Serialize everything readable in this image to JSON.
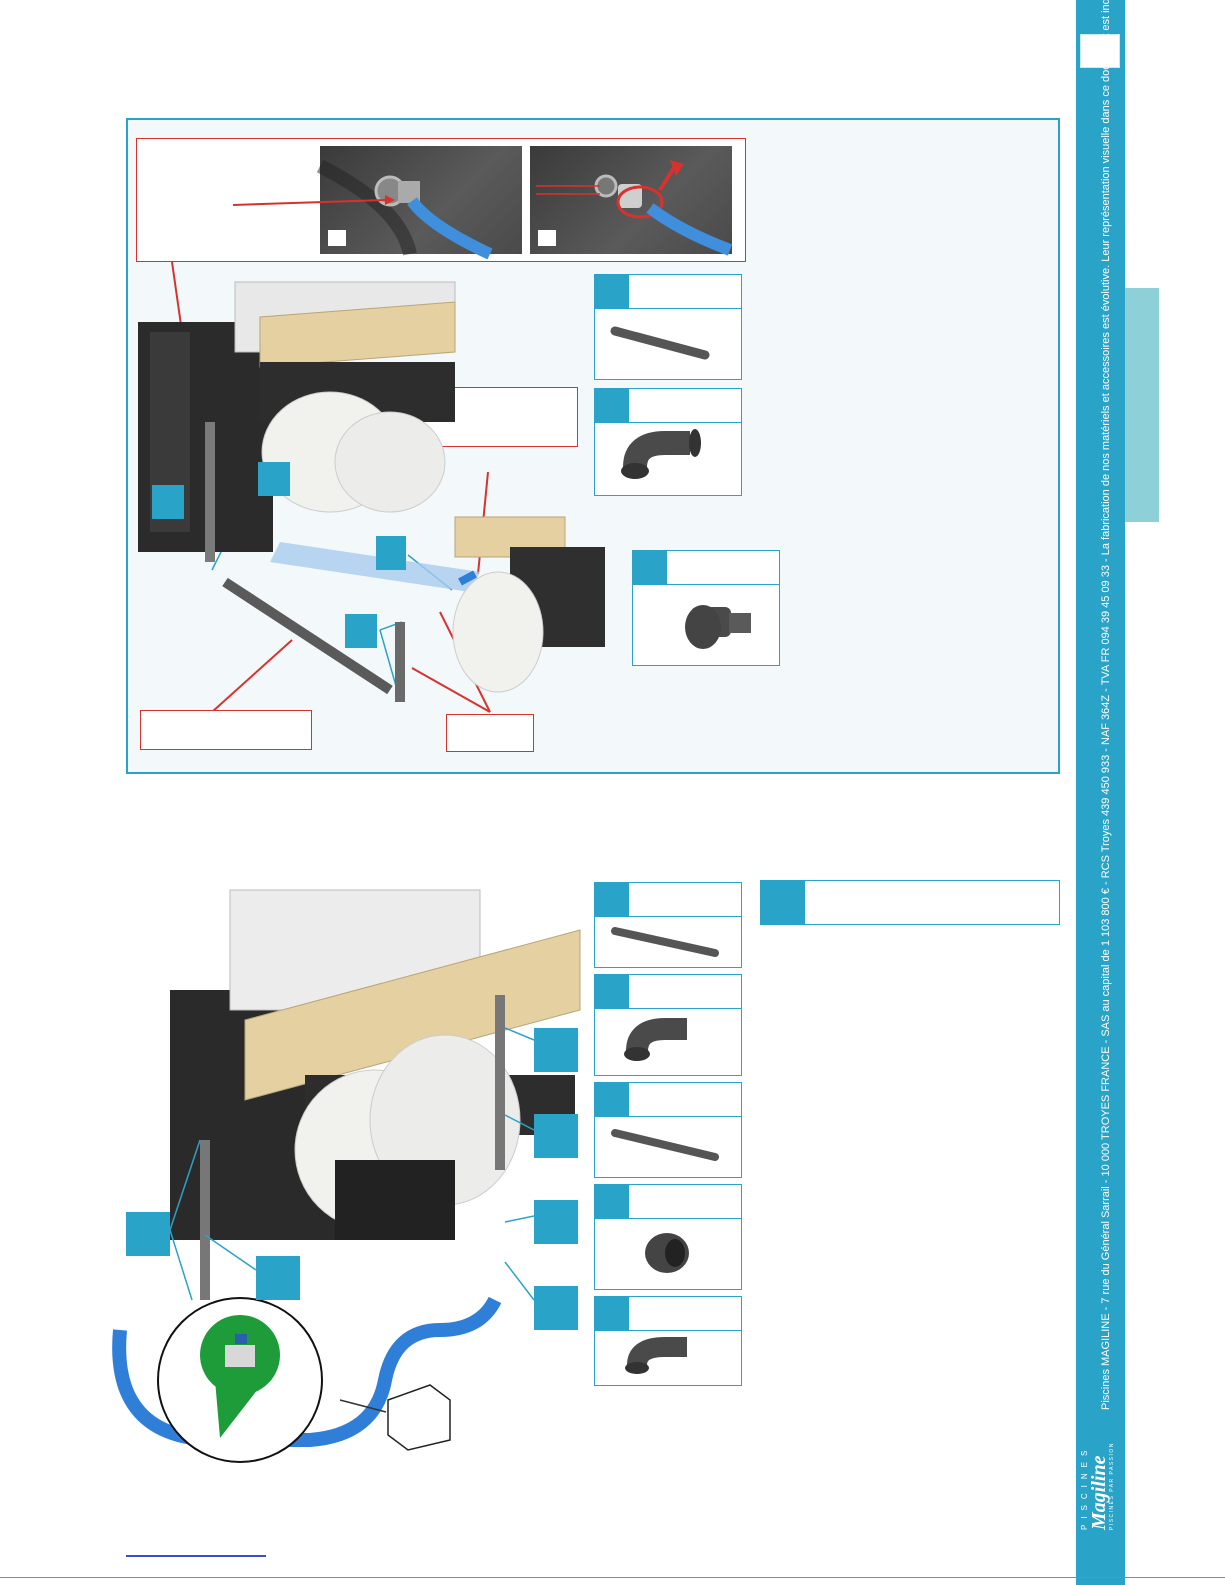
{
  "footer": {
    "legal": "Piscines MAGILINE - 7 rue du Général Sarrail - 10 000 TROYES FRANCE - SAS au capital de 1 103 800 € - RCS Troyes 439 450 933 - NAF 364Z - TVA FR 094 39 45 09 33 - La fabrication de nos matériels et accessoires est évolutive. Leur représentation visuelle dans ce document est indicative et sans portée contractuelle."
  },
  "logo": {
    "top": "PISCINES",
    "name": "Magiline",
    "tagline": "PISCINES PAR PASSION"
  },
  "colors": {
    "accent": "#2aa3c8",
    "callout": "#d7322d",
    "pipe": "#2f7fd8",
    "side_accent": "#8dd0d8"
  },
  "parts_top": [
    {
      "icon": "pvc-pipe-icon"
    },
    {
      "icon": "elbow-90-icon"
    },
    {
      "icon": "reducer-fitting-icon"
    }
  ],
  "parts_bottom": [
    {
      "icon": "pvc-pipe-icon"
    },
    {
      "icon": "elbow-90-icon"
    },
    {
      "icon": "pvc-pipe-icon"
    },
    {
      "icon": "sleeve-coupling-icon"
    },
    {
      "icon": "elbow-90-icon"
    }
  ]
}
